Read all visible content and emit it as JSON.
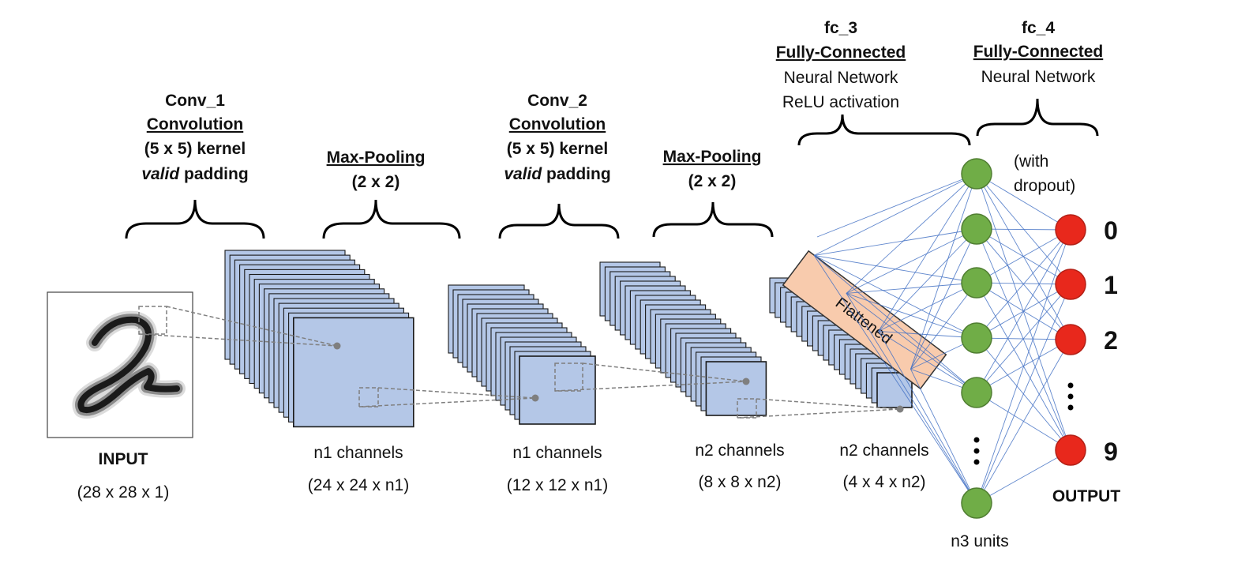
{
  "colors": {
    "feature_map_fill": "#b4c7e7",
    "flatten_fill": "#f8cbad",
    "hidden_unit_fill": "#70ad47",
    "output_unit_fill": "#e8281c",
    "connection_line": "#4472c4",
    "dashed_line": "#7f7f7f"
  },
  "input": {
    "title": "INPUT",
    "dims": "(28 x 28 x 1)"
  },
  "layers": {
    "conv1": {
      "name": "Conv_1",
      "type": "Convolution",
      "kernel": "(5 x 5) kernel",
      "padding_italic": "valid",
      "padding_rest": " padding",
      "channels": "n1 channels",
      "dims": "(24 x 24 x n1)"
    },
    "pool1": {
      "type": "Max-Pooling",
      "size": "(2 x 2)",
      "channels": "n1 channels",
      "dims": "(12 x 12 x n1)"
    },
    "conv2": {
      "name": "Conv_2",
      "type": "Convolution",
      "kernel": "(5 x 5) kernel",
      "padding_italic": "valid",
      "padding_rest": " padding",
      "channels": "n2 channels",
      "dims": "(8 x 8 x n2)"
    },
    "pool2": {
      "type": "Max-Pooling",
      "size": "(2 x 2)",
      "channels": "n2 channels",
      "dims": "(4 x 4 x n2)"
    },
    "flatten": {
      "label": "Flattened"
    },
    "fc3": {
      "name": "fc_3",
      "type": "Fully-Connected",
      "line1": "Neural Network",
      "line2": "ReLU activation",
      "units": "n3 units"
    },
    "fc4": {
      "name": "fc_4",
      "type": "Fully-Connected",
      "line1": "Neural Network",
      "dropout_line1": "(with",
      "dropout_line2": "dropout)"
    }
  },
  "output": {
    "title": "OUTPUT",
    "digits": [
      "0",
      "1",
      "2",
      "9"
    ]
  }
}
